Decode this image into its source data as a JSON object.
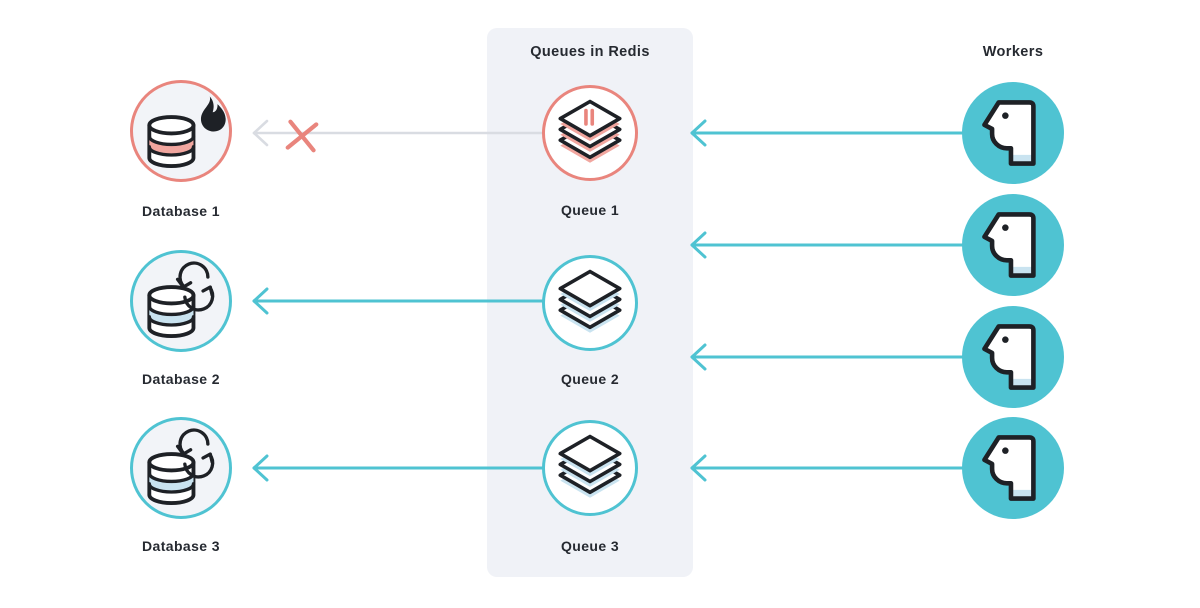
{
  "colors": {
    "teal": "#4FC3D2",
    "teal_light": "#C9E3F0",
    "salmon": "#E9857D",
    "salmon_light": "#F1A69F",
    "ink": "#1E2126",
    "panel": "#F0F2F7",
    "node_bg": "#F2F4F8",
    "gray_arrow": "#D9DCE2",
    "text": "#262A31",
    "bg": "#FFFFFF"
  },
  "queues_panel": {
    "title": "Queues in Redis",
    "queues": [
      {
        "label": "Queue 1",
        "icon": "queue-layers-paused-icon",
        "accent": "salmon"
      },
      {
        "label": "Queue 2",
        "icon": "queue-layers-icon",
        "accent": "teal"
      },
      {
        "label": "Queue 3",
        "icon": "queue-layers-icon",
        "accent": "teal"
      }
    ]
  },
  "databases": [
    {
      "label": "Database 1",
      "icon": "database-fire-icon",
      "accent": "salmon"
    },
    {
      "label": "Database 2",
      "icon": "database-sync-icon",
      "accent": "teal"
    },
    {
      "label": "Database 3",
      "icon": "database-sync-icon",
      "accent": "teal"
    }
  ],
  "workers": {
    "title": "Workers",
    "items": [
      {
        "icon": "worker-head-icon"
      },
      {
        "icon": "worker-head-icon"
      },
      {
        "icon": "worker-head-icon"
      },
      {
        "icon": "worker-head-icon"
      }
    ]
  },
  "connections": {
    "queue1_to_db1": "failed",
    "queue2_to_db2": "ok",
    "queue3_to_db3": "ok",
    "workers_to_queues": 4
  }
}
